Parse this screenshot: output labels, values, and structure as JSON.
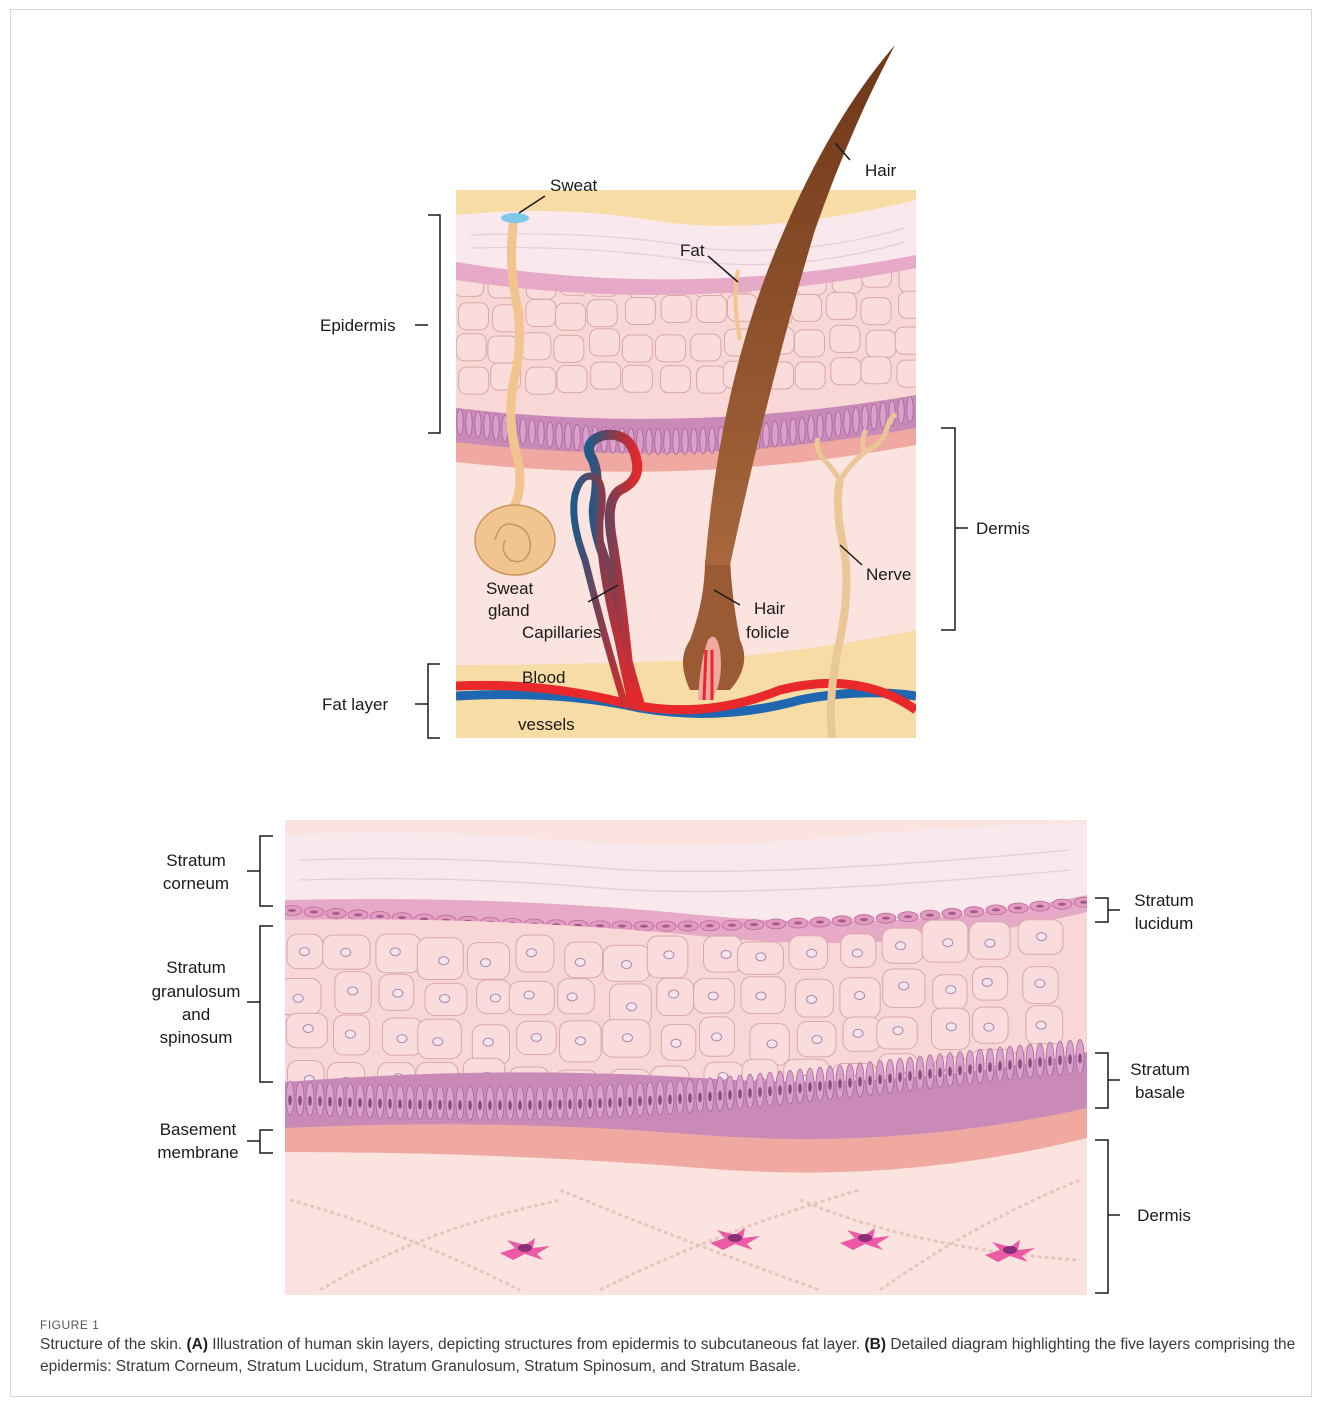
{
  "panel_a": {
    "labels": {
      "sweat": "Sweat",
      "hair": "Hair",
      "fat": "Fat",
      "epidermis": "Epidermis",
      "dermis": "Dermis",
      "nerve": "Nerve",
      "sweat_gland_1": "Sweat",
      "sweat_gland_2": "gland",
      "capillaries": "Capillaries",
      "hair_folicle_1": "Hair",
      "hair_folicle_2": "folicle",
      "fat_layer": "Fat layer",
      "blood": "Blood",
      "vessels": "vessels"
    }
  },
  "panel_b": {
    "labels": {
      "corneum_1": "Stratum",
      "corneum_2": "corneum",
      "lucidum_1": "Stratum",
      "lucidum_2": "lucidum",
      "gran_1": "Stratum",
      "gran_2": "granulosum",
      "gran_3": "and",
      "gran_4": "spinosum",
      "basale_1": "Stratum",
      "basale_2": "basale",
      "basement_1": "Basement",
      "basement_2": "membrane",
      "dermis": "Dermis"
    }
  },
  "caption": {
    "figure_label": "FIGURE 1",
    "text_1": "Structure of the skin. ",
    "a_tag": "(A)",
    "text_2": " Illustration of human skin layers, depicting structures from epidermis to subcutaneous fat layer. ",
    "b_tag": "(B)",
    "text_3": " Detailed diagram highlighting the five layers comprising the epidermis: Stratum Corneum, Stratum Lucidum, Stratum Granulosum, Stratum Spinosum, and Stratum Basale."
  },
  "colors": {
    "corneum": "#f9e8ec",
    "cells": "#f8d7d6",
    "lucidum": "#e7a9c8",
    "basale": "#c98ab8",
    "membrane": "#f0a9a0",
    "dermis": "#fbe3df",
    "fat": "#f8dca6",
    "hair": "#7a3f22",
    "artery": "#e8282a",
    "vein": "#1f67b0",
    "nerve": "#e9c796",
    "fibroblast": "#e8489a"
  }
}
